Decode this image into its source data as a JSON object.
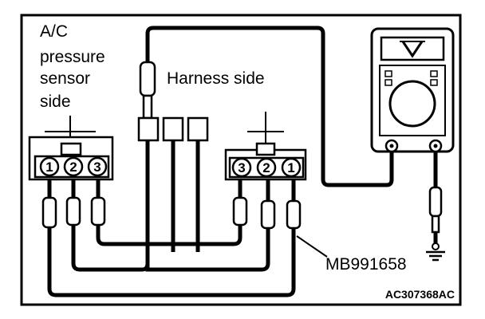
{
  "labels": {
    "sensor_side": [
      "A/C",
      "pressure",
      "sensor",
      "side"
    ],
    "harness_side": "Harness side",
    "tool": "MB991658",
    "code": "AC307368AC"
  },
  "connectors": {
    "sensor_pins": [
      "1",
      "2",
      "3"
    ],
    "harness_pins": [
      "3",
      "2",
      "1"
    ]
  }
}
